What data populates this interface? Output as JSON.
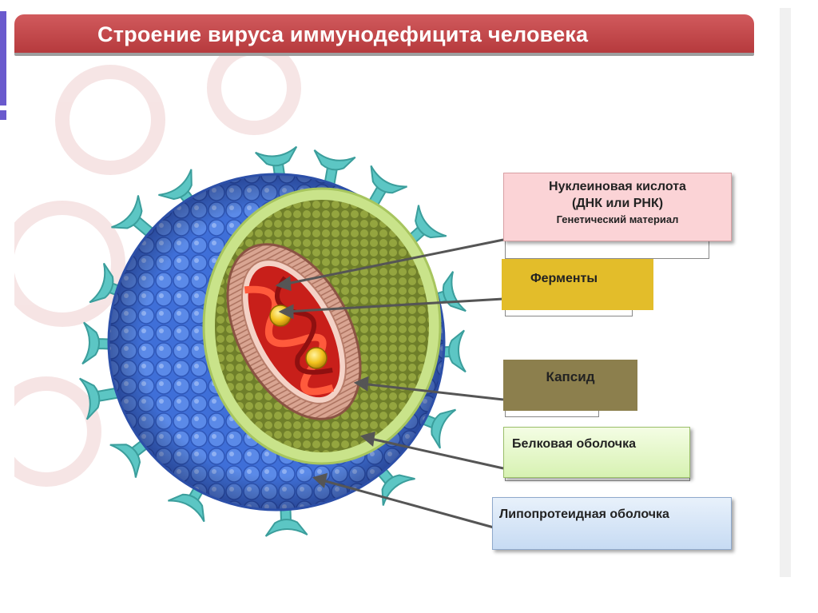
{
  "title": "Строение вируса иммунодефицита человека",
  "labels": {
    "nucleic_acid": {
      "line1": "Нуклеиновая кислота",
      "line2": "(ДНК или РНК)",
      "line3": "Генетический материал"
    },
    "enzymes": "Ферменты",
    "capsid": "Капсид",
    "protein_shell": "Белковая оболочка",
    "lipoprotein_shell": "Липопротеидная оболочка"
  },
  "colors": {
    "title_bar": "#c0474a",
    "lipid_shell": "#4f7fe0",
    "spikes": "#5cc6c4",
    "protein_shell": "#c9e38a",
    "matrix": "#8a9a3c",
    "capsid": "#c98f7a",
    "rna": "#e5261f",
    "enzyme": "#f2c21c",
    "label_nucleic": "#f9c9cc",
    "label_enzymes": "#e3bd2a",
    "label_capsid": "#8c7f4d",
    "label_protein": "#e2f7c4",
    "label_lipid": "#cfe0f5"
  }
}
